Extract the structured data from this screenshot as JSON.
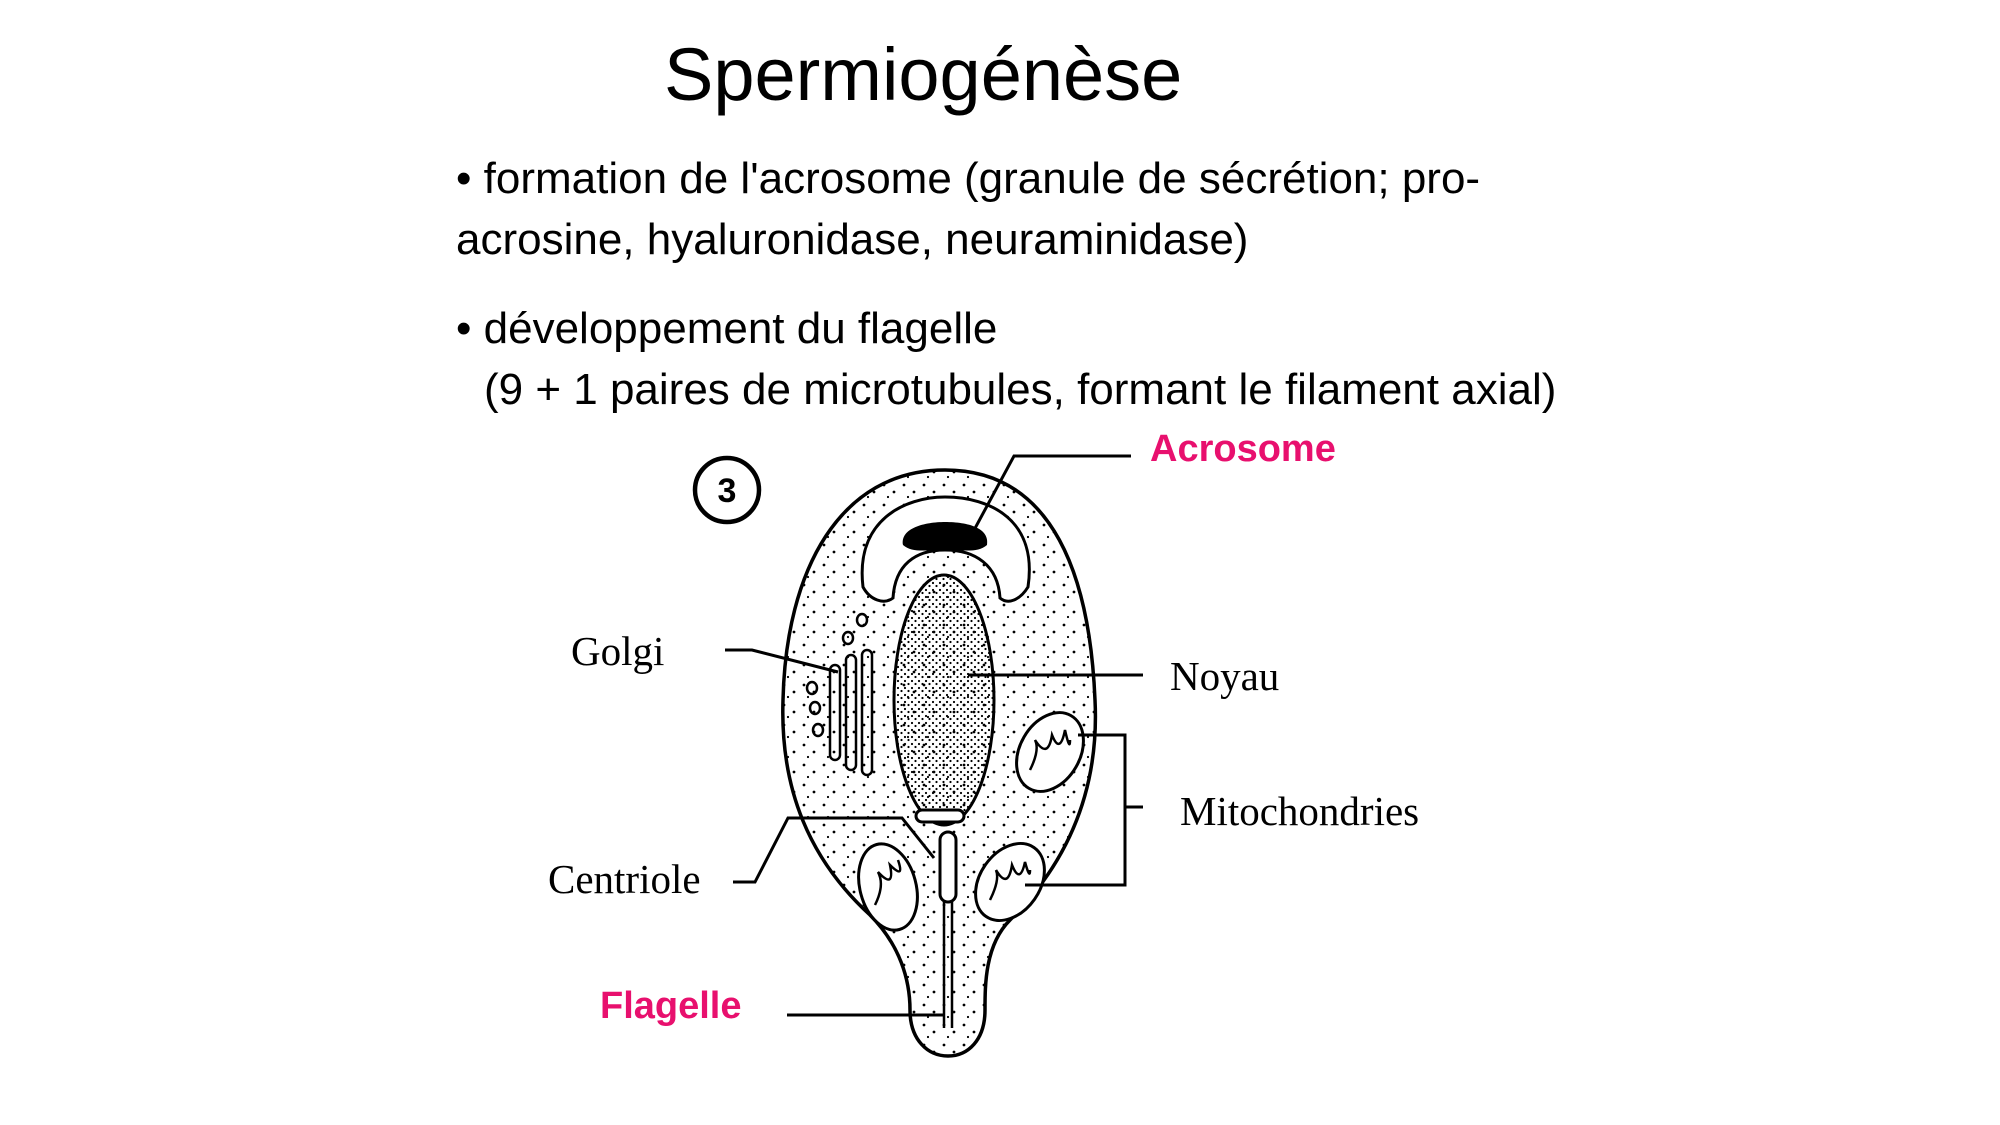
{
  "title": "Spermiogénèse",
  "bullets": [
    {
      "line1": "• formation de l'acrosome (granule de sécrétion; pro-",
      "line2": "acrosine, hyaluronidase, neuraminidase)"
    },
    {
      "line1": "• développement du flagelle",
      "line2": "(9 + 1 paires de microtubules, formant le filament axial)"
    }
  ],
  "figure": {
    "number": "3",
    "labels": {
      "acrosome": "Acrosome",
      "golgi": "Golgi",
      "noyau": "Noyau",
      "mitochondries": "Mitochondries",
      "centriole": "Centriole",
      "flagelle": "Flagelle"
    }
  },
  "colors": {
    "highlight": "#e8106e"
  }
}
